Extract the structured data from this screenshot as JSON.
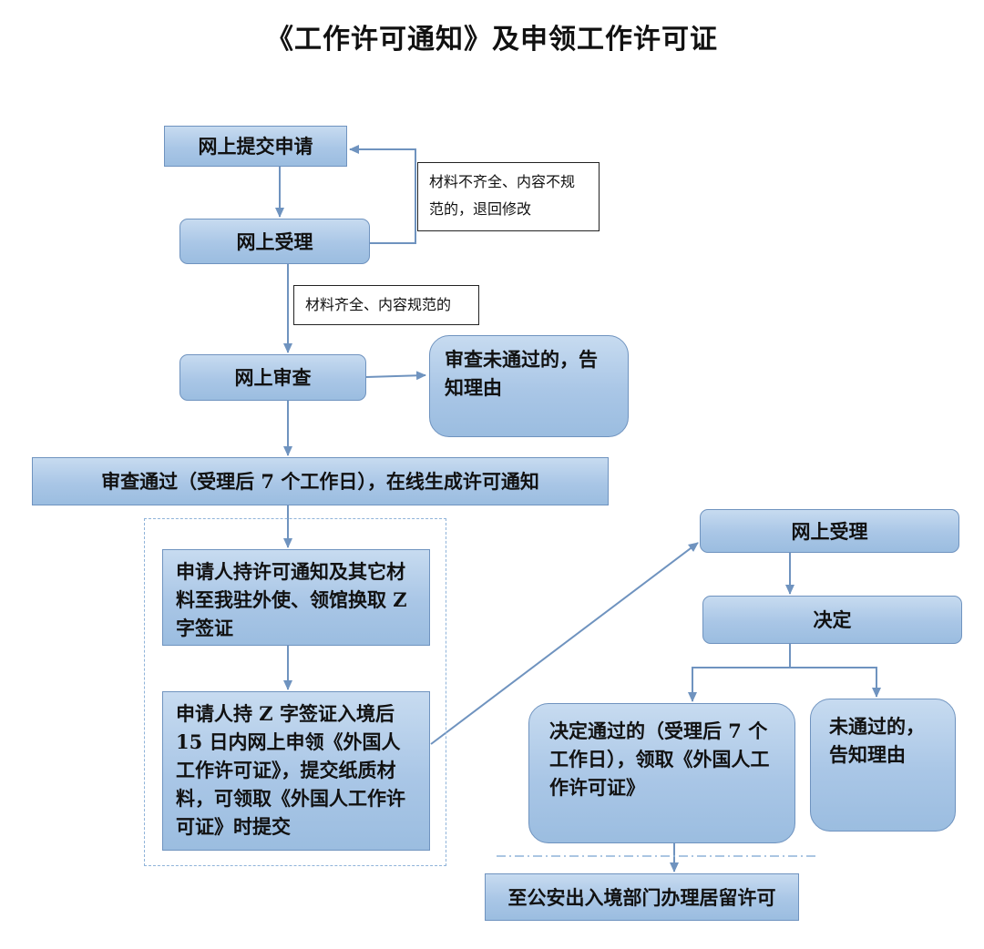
{
  "title": "《工作许可通知》及申领工作许可证",
  "nodes": {
    "submit": "网上提交申请",
    "accept1": "网上受理",
    "review": "网上审查",
    "review_fail": "审查未通过的，告知理由",
    "review_pass": "审查通过（受理后 7 个工作日），在线生成许可通知",
    "visa": "申请人持许可通知及其它材料至我驻外使、领馆换取 Z 字签证",
    "apply_permit": "申请人持 Z 字签证入境后 15 日内网上申领《外国人工作许可证》，提交纸质材料，可领取《外国人工作许可证》时提交",
    "accept2": "网上受理",
    "decide": "决定",
    "decide_pass": "决定通过的（受理后 7 个工作日），领取《外国人工作许可证》",
    "decide_fail": "未通过的，告知理由",
    "residence": "至公安出入境部门办理居留许可"
  },
  "notes": {
    "incomplete": "材料不齐全、内容不规范的，退回修改",
    "complete": "材料齐全、内容规范的"
  },
  "colors": {
    "box_fill": "#a9c6e6",
    "box_border": "#6f93bf",
    "arrow": "#6f93bf"
  }
}
